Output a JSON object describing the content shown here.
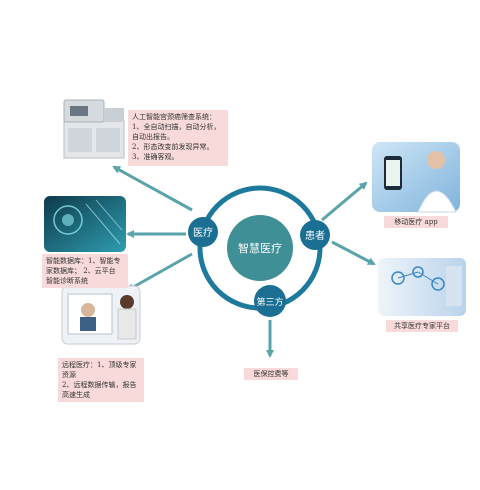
{
  "center": {
    "label": "智慧医疗"
  },
  "nodes": {
    "medical": {
      "label": "医疗"
    },
    "patient": {
      "label": "患者"
    },
    "third_party": {
      "label": "第三方"
    }
  },
  "boxes": {
    "ai_system": {
      "lines": [
        "人工智能宫颈癌筛查系统：",
        "1、全自动扫描，自动分析，",
        "自动出报告。",
        "2、形态改变前发现异常。",
        "3、准确客观。"
      ]
    },
    "smart_db": {
      "lines": [
        "智能数据库：1、智能专",
        "家数据库；  2、云平台",
        "智能诊断系统"
      ]
    },
    "telemed": {
      "lines": [
        "远程医疗：1、顶级专家",
        "资源",
        "2、远程数据传输，报告",
        "高速生成"
      ]
    }
  },
  "tags": {
    "mobile_app": "移动医疗 app",
    "expert_platform": "共享医疗专家平台",
    "insurance": "医保控费等"
  },
  "colors": {
    "ring": "#1d7a9c",
    "center": "#3e8f96",
    "node": "#1a6f93",
    "arrow": "#5aa3a8",
    "box": "#f8dada"
  }
}
